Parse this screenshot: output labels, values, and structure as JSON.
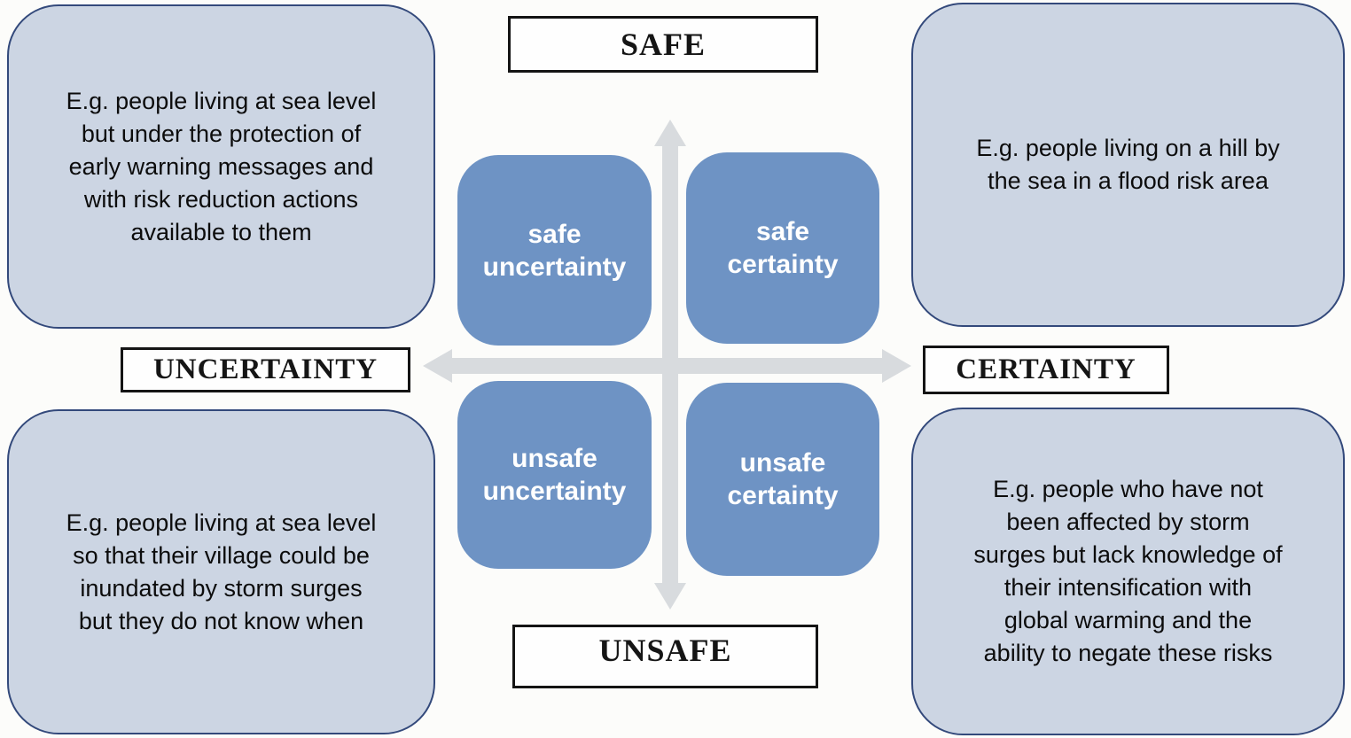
{
  "colors": {
    "quadrant_fill": "#6e93c4",
    "example_fill": "#ccd5e3",
    "example_border": "#33497b",
    "arrow_color": "#d8dbde",
    "label_border": "#141414",
    "canvas_bg": "#fcfcfa"
  },
  "axes": {
    "top": "SAFE",
    "bottom": "UNSAFE",
    "left": "UNCERTAINTY",
    "right": "CERTAINTY"
  },
  "quadrants": [
    {
      "id": "safe-uncertainty",
      "label": "safe\nuncertainty"
    },
    {
      "id": "safe-certainty",
      "label": "safe\ncertainty"
    },
    {
      "id": "unsafe-uncertainty",
      "label": "unsafe\nuncertainty"
    },
    {
      "id": "unsafe-certainty",
      "label": "unsafe\ncertainty"
    }
  ],
  "examples": {
    "top_left": "E.g. people living at sea level\nbut under the protection of\nearly warning messages and\nwith risk reduction actions\navailable to them",
    "top_right": "E.g. people living on a hill by\nthe sea in a flood risk area",
    "bottom_left": "E.g. people living at sea level\nso that their village could be\ninundated by storm surges\nbut they do not know when",
    "bottom_right": "E.g. people who have not\nbeen affected by storm\nsurges but lack knowledge of\ntheir intensification with\nglobal warming and the\nability to negate these risks"
  }
}
